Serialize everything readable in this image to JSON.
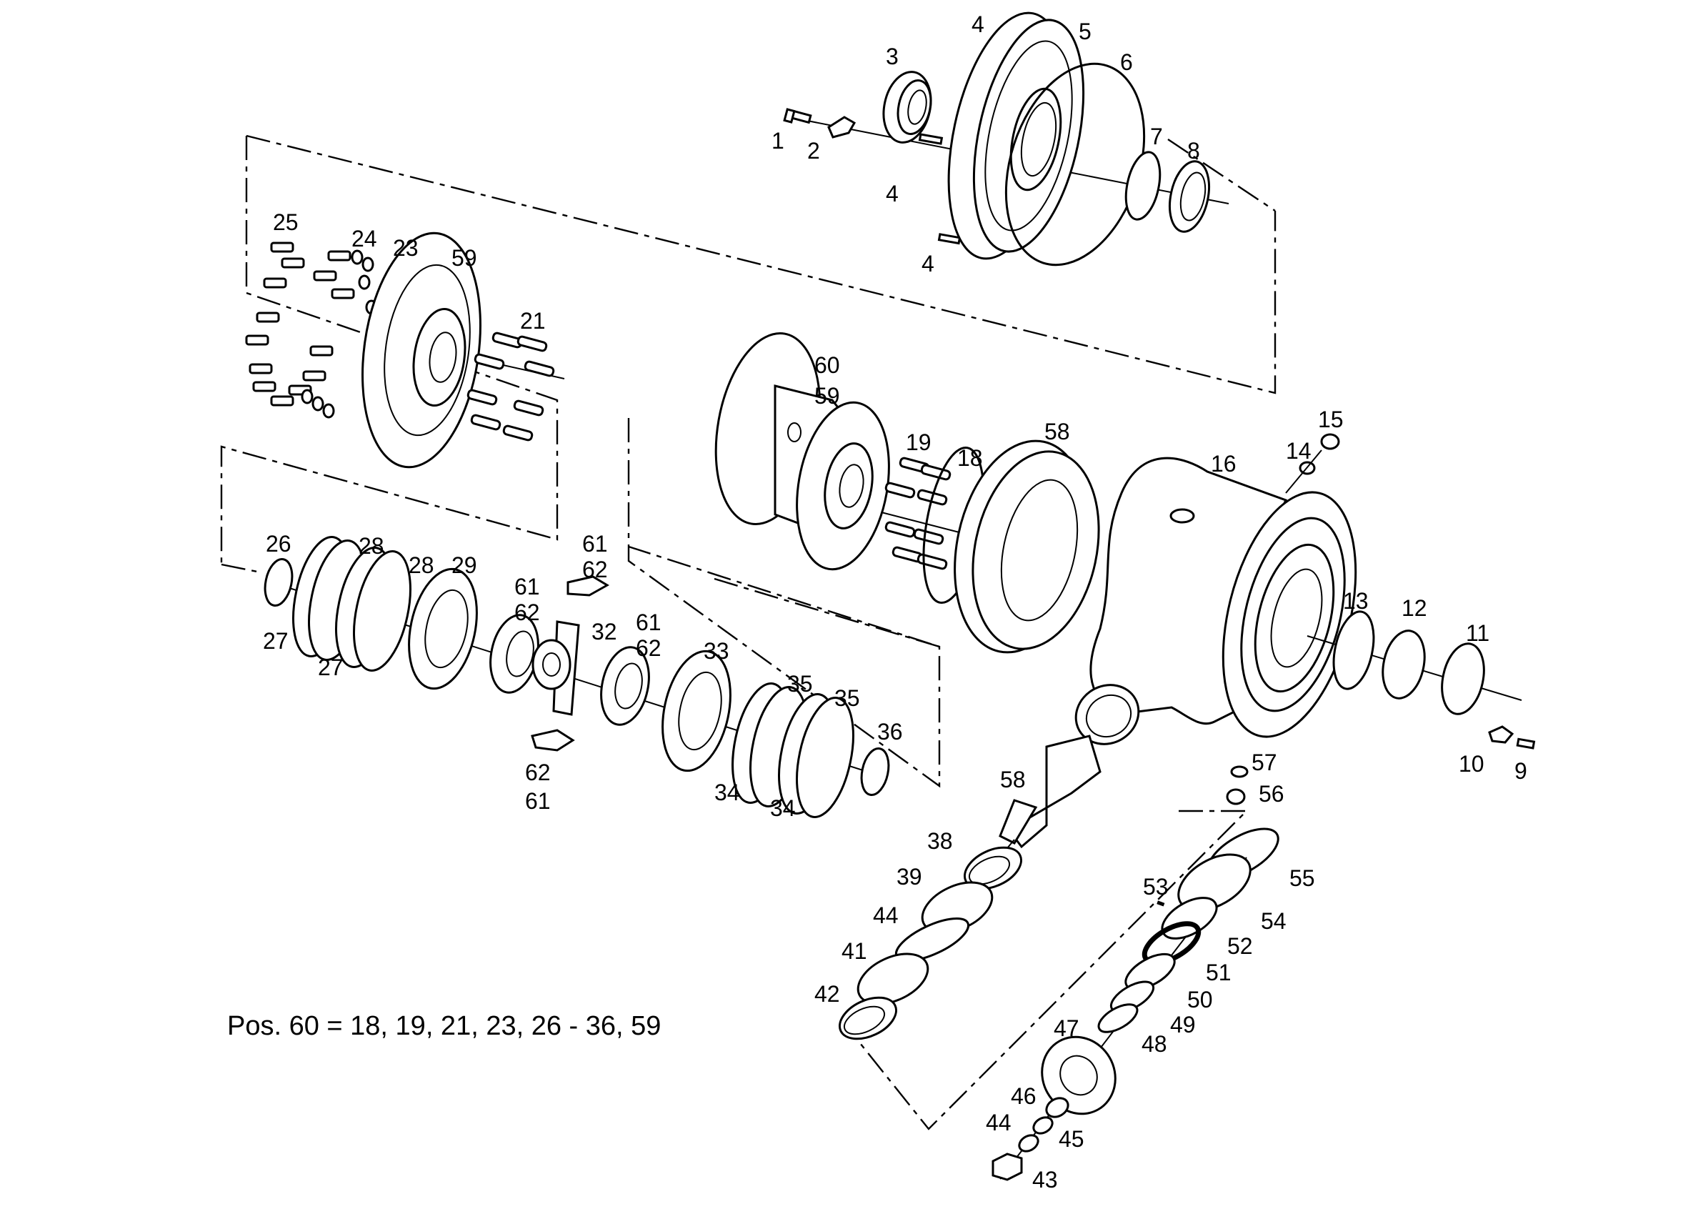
{
  "footnote": "Pos. 60 = 18, 19, 21, 23, 26 - 36, 59",
  "callouts": {
    "c1": "1",
    "c2": "2",
    "c3": "3",
    "c4a": "4",
    "c4b": "4",
    "c4c": "4",
    "c5": "5",
    "c6": "6",
    "c7": "7",
    "c8": "8",
    "c9": "9",
    "c10": "10",
    "c11": "11",
    "c12": "12",
    "c13": "13",
    "c14": "14",
    "c15": "15",
    "c16": "16",
    "c18": "18",
    "c19": "19",
    "c21": "21",
    "c23": "23",
    "c24": "24",
    "c25": "25",
    "c26": "26",
    "c27a": "27",
    "c27b": "27",
    "c28a": "28",
    "c28b": "28",
    "c29": "29",
    "c32": "32",
    "c33": "33",
    "c34a": "34",
    "c34b": "34",
    "c35a": "35",
    "c35b": "35",
    "c36": "36",
    "c38": "38",
    "c39": "39",
    "c41": "41",
    "c42": "42",
    "c43": "43",
    "c44a": "44",
    "c44b": "44",
    "c45": "45",
    "c46": "46",
    "c47": "47",
    "c48": "48",
    "c49": "49",
    "c50": "50",
    "c51": "51",
    "c52": "52",
    "c53": "53",
    "c54": "54",
    "c55": "55",
    "c56": "56",
    "c57": "57",
    "c58a": "58",
    "c58b": "58",
    "c59a": "59",
    "c59b": "59",
    "c60": "60",
    "c61a": "61",
    "c61b": "61",
    "c61c": "61",
    "c61d": "61",
    "c62a": "62",
    "c62b": "62",
    "c62c": "62",
    "c62d": "62"
  }
}
